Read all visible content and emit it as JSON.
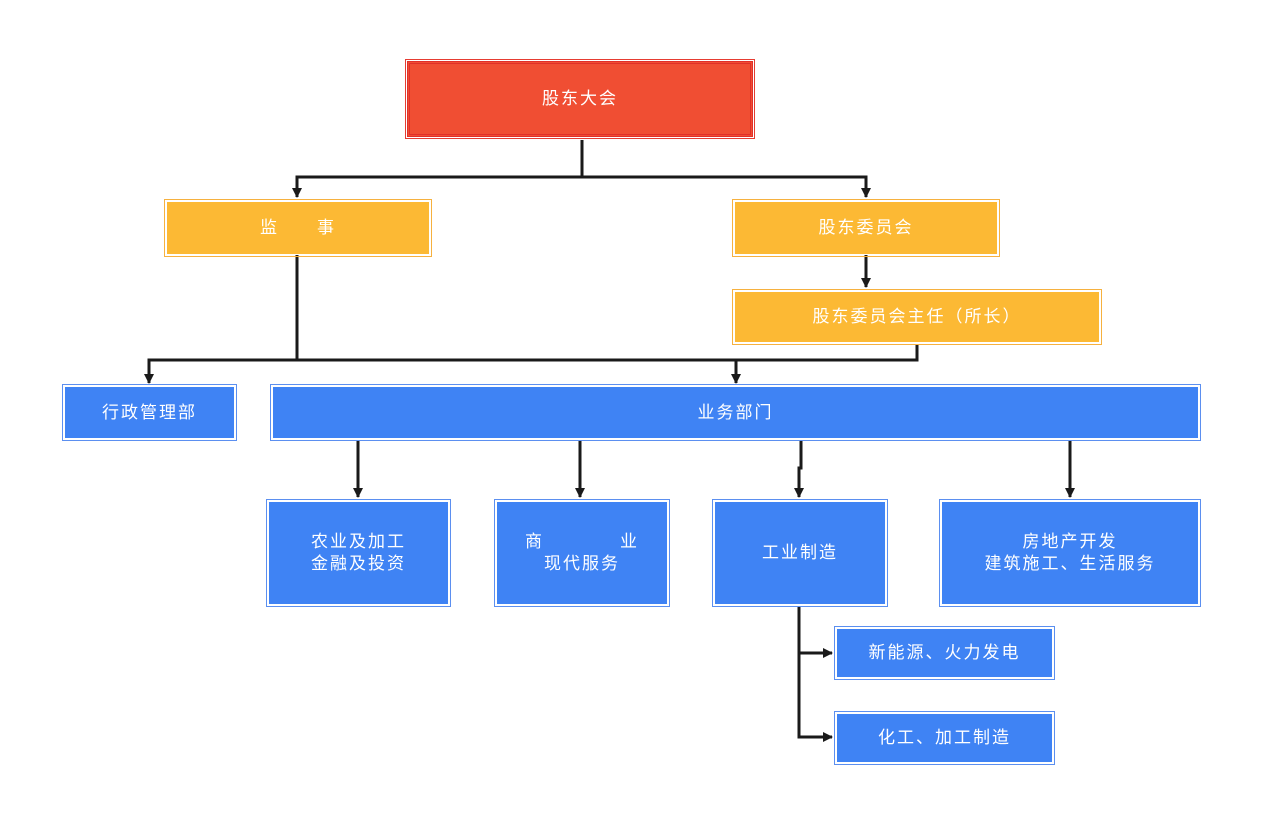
{
  "org": {
    "shareholders_meeting": "股东大会",
    "supervisor": "监　　事",
    "shareholder_committee": "股东委员会",
    "committee_chairman": "股东委员会主任（所长）",
    "admin_dept": "行政管理部",
    "business_dept": "业务部门",
    "agri_finance": "农业及加工\n金融及投资",
    "commerce_services": "商　　　　业\n现代服务",
    "industrial_manufacturing": "工业制造",
    "realestate_construction": "房地产开发\n建筑施工、生活服务",
    "new_energy": "新能源、火力发电",
    "chemical": "化工、加工制造"
  },
  "colors": {
    "top": "#f04e33",
    "mid": "#fcb934",
    "dept": "#3f83f4",
    "connector": "#1a1a1a"
  }
}
